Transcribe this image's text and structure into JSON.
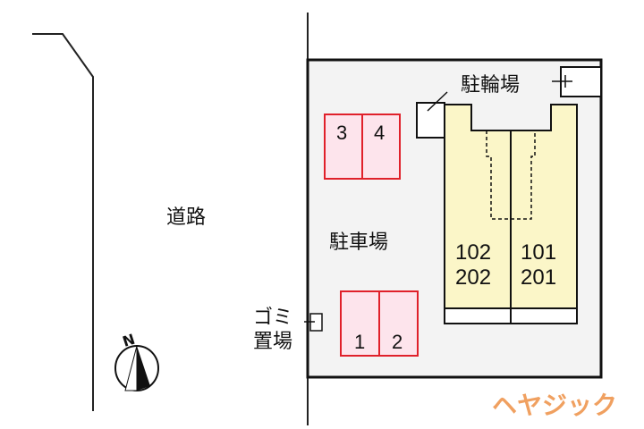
{
  "labels": {
    "road": "道路",
    "parking": "駐車場",
    "bicycle_parking": "駐輪場",
    "garbage_line1": "ゴミ",
    "garbage_line2": "置場",
    "north": "N"
  },
  "parking_spaces": [
    "3",
    "4",
    "1",
    "2"
  ],
  "units": {
    "left_line1": "102",
    "left_line2": "202",
    "right_line1": "101",
    "right_line2": "201"
  },
  "watermark": "ヘヤジック",
  "colors": {
    "building": "#fbf6c8",
    "parking_fill": "#fde4ec",
    "parking_stroke": "#e0202a",
    "lot": "#f3f3f3",
    "logo": "#f0a060"
  }
}
